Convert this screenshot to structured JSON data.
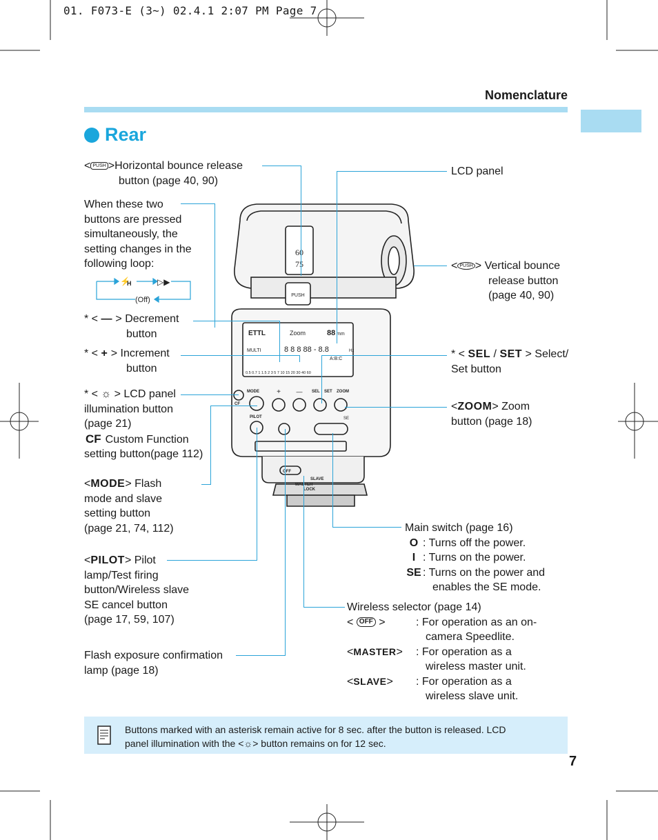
{
  "header": {
    "print_slug": "01. F073-E (3~)  02.4.1 2:07 PM  Page 7"
  },
  "section": {
    "title": "Nomenclature",
    "heading": "Rear"
  },
  "labels": {
    "hbounce_sym": "PUSH",
    "hbounce": "Horizontal bounce release button (page 40, 90)",
    "hbounce_l1": "Horizontal bounce release",
    "hbounce_l2": "button (page 40, 90)",
    "loop_text": [
      "When these two",
      "buttons are pressed",
      "simultaneously, the",
      "setting changes in the",
      "following loop:"
    ],
    "loop_off": "(Off)",
    "loop_h": "H",
    "decrement": [
      "Decrement",
      "button"
    ],
    "increment": [
      "Increment",
      "button"
    ],
    "lcd_illum": [
      "> LCD panel",
      "illumination button",
      "(page 21)"
    ],
    "cf_sym": "CF",
    "cf_text": "Custom Function",
    "cf_text2": "setting button(page 112)",
    "mode_sym": "MODE",
    "mode_text": [
      "> Flash",
      "mode and slave",
      "setting button",
      "(page 21, 74, 112)"
    ],
    "pilot_sym": "PILOT",
    "pilot_text": [
      "> Pilot",
      "lamp/Test firing",
      "button/Wireless slave",
      "SE cancel button",
      "(page 17, 59, 107)"
    ],
    "fec_lamp": [
      "Flash exposure confirmation",
      "lamp (page 18)"
    ],
    "lcd_panel": "LCD panel",
    "vbounce_sym": "PUSH",
    "vbounce": [
      "Vertical bounce",
      "release button",
      "(page 40, 90)"
    ],
    "selset_sym1": "SEL",
    "selset_sym2": "SET",
    "selset": [
      "> Select/",
      "Set button"
    ],
    "zoom_sym": "ZOOM",
    "zoom": [
      "> Zoom",
      "button (page 18)"
    ],
    "main_switch": "Main switch (page 16)",
    "ms_off_sym": "O",
    "ms_off": "Turns off the power.",
    "ms_on_sym": "I",
    "ms_on": "Turns on the power.",
    "ms_se_sym": "SE",
    "ms_se": [
      "Turns on the power and",
      "enables the SE mode."
    ],
    "wireless": "Wireless selector (page 14)",
    "ws_off_sym": "OFF",
    "ws_off": [
      "For operation as an on-",
      "camera Speedlite."
    ],
    "ws_master_sym": "MASTER",
    "ws_master": [
      "For operation as a",
      "wireless master unit."
    ],
    "ws_slave_sym": "SLAVE",
    "ws_slave": [
      "For operation as a",
      "wireless slave unit."
    ]
  },
  "note": {
    "line1": "Buttons marked with an asterisk remain active for 8 sec. after the button is released. LCD",
    "line2_a": "panel illumination with the <",
    "line2_b": "> button remains on for 12 sec."
  },
  "flash": {
    "head_numbers": [
      "60",
      "75"
    ],
    "push": "PUSH",
    "lcd_ettl": "ETTL",
    "lcd_zoom": "Zoom",
    "lcd_mm": "mm",
    "lcd_multi": "MULTI",
    "lcd_hz": "Hz",
    "lcd_abc": "A:B:C",
    "lcd_scale1": "0.5 0.7 1 1.5 2 3 5 7 10 15 20 30 40 60",
    "btn_mode": "MODE",
    "btn_sel": "SEL",
    "btn_set": "SET",
    "btn_zoom": "ZOOM",
    "btn_pilot": "PILOT",
    "btn_cf": "CF",
    "sw_se": "SE",
    "ws_slave": "SLAVE",
    "ws_master": "MASTER",
    "ws_lock": "LOCK",
    "ws_off": "OFF",
    "plus": "+",
    "minus": "—"
  },
  "page_number": "7",
  "colors": {
    "accent": "#1aa6dc",
    "band": "#a9dcf2",
    "note_bg": "#d6eefb",
    "leader": "#2aa3d8"
  }
}
